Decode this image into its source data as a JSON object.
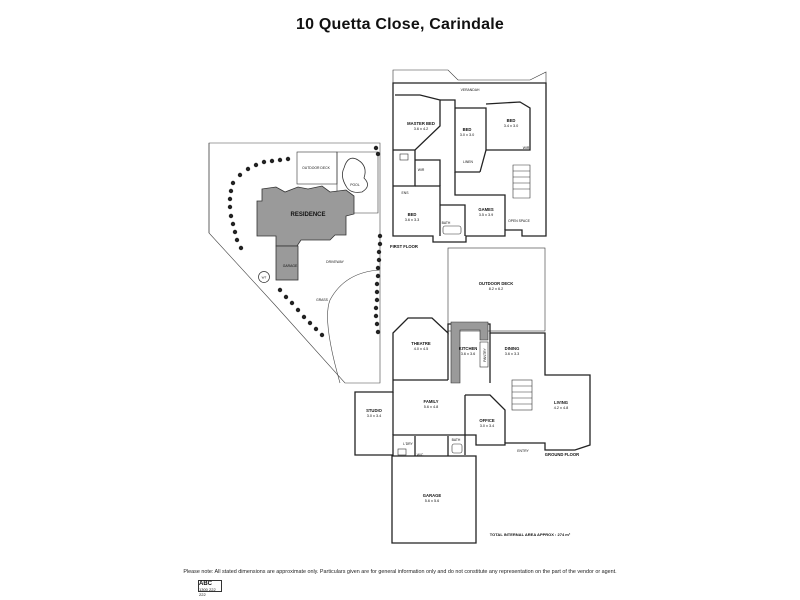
{
  "title": "10 Quetta Close, Carindale",
  "site_plan": {
    "residence": "RESIDENCE",
    "outdoor_deck": "OUTDOOR DECK",
    "pool": "POOL",
    "garage": "GARAGE",
    "driveway": "DRIVEWAY",
    "grass": "GRASS",
    "wt": "WT"
  },
  "first_floor": {
    "floor_label": "FIRST FLOOR",
    "verandah": "VERANDAH",
    "rooms": [
      {
        "name": "MASTER BED",
        "dims": "3.6 x 4.2"
      },
      {
        "name": "BED",
        "dims": "3.0 x 3.0"
      },
      {
        "name": "BED",
        "dims": "3.4 x 3.0"
      },
      {
        "name": "BED",
        "dims": "3.6 x 3.3"
      },
      {
        "name": "GAMES",
        "dims": "3.5 x 3.9"
      }
    ],
    "labels": {
      "linen": "LINEN",
      "wir": "WIR",
      "ens": "ENS",
      "bath": "BATH",
      "open_space": "OPEN SPACE"
    }
  },
  "ground_floor": {
    "floor_label": "GROUND FLOOR",
    "rooms": [
      {
        "name": "OUTDOOR DECK",
        "dims": "8.2 x 6.2"
      },
      {
        "name": "THEATRE",
        "dims": "4.0 x 4.5"
      },
      {
        "name": "KITCHEN",
        "dims": "3.6 x 3.6"
      },
      {
        "name": "DINING",
        "dims": "3.6 x 3.3"
      },
      {
        "name": "FAMILY",
        "dims": "5.6 x 4.8"
      },
      {
        "name": "STUDIO",
        "dims": "3.0 x 3.4"
      },
      {
        "name": "OFFICE",
        "dims": "3.0 x 3.4"
      },
      {
        "name": "LIVING",
        "dims": "4.2 x 4.8"
      },
      {
        "name": "GARAGE",
        "dims": "5.6 x 5.6"
      }
    ],
    "labels": {
      "laundry": "L'DRY",
      "bath": "BATH",
      "wc": "W/C",
      "entry": "ENTRY",
      "pantry": "PANTRY"
    }
  },
  "total_area": "TOTAL INTERNAL AREA APPROX : 274 m²",
  "disclaimer": "Please note: All stated dimensions are approximate only. Particulars given are for general information only and do not constitute any representation on the part of the vendor or agent.",
  "logo": {
    "name": "ABC",
    "line2": "1300 222 222"
  },
  "colors": {
    "residence_fill": "#9a9a9a",
    "garage_fill": "#9a9a9a",
    "kitchen_bench": "#9a9a9a"
  }
}
